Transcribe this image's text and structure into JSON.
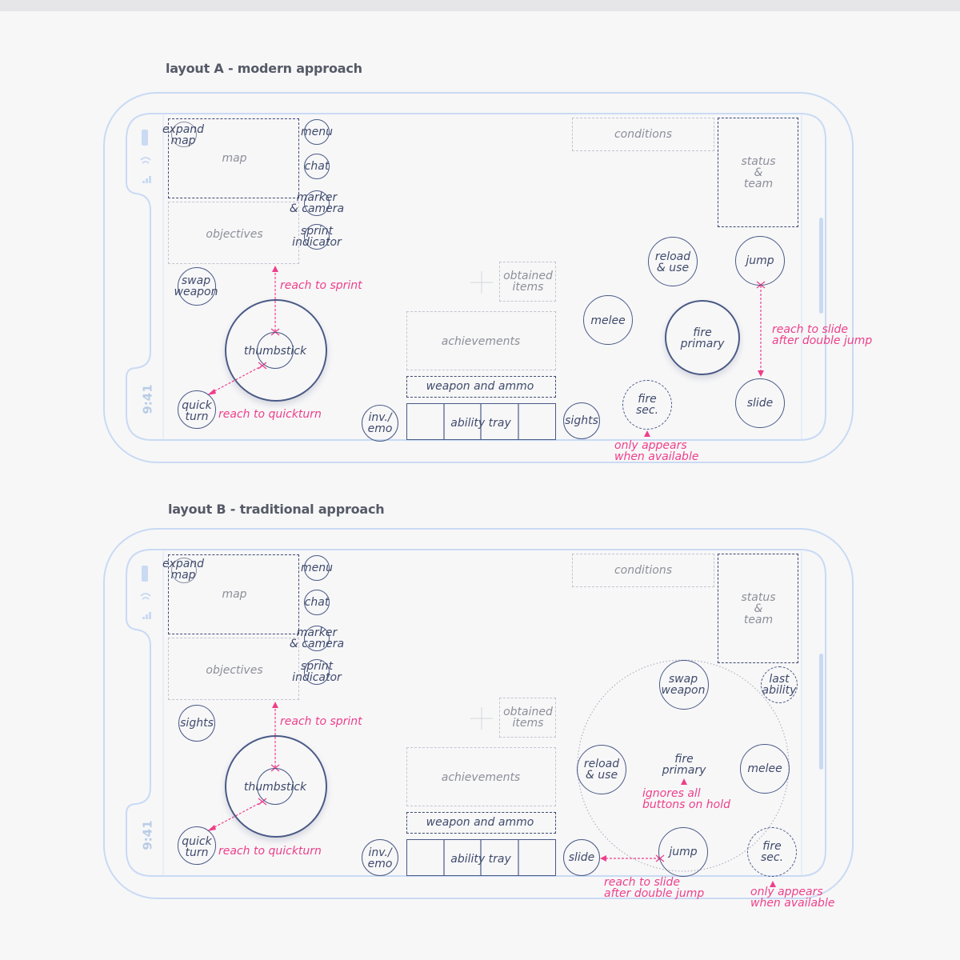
{
  "layouts": [
    {
      "title": "layout A - modern approach",
      "status_bar": {
        "time": "9:41"
      },
      "labels": {
        "expand_map": "expand\nmap",
        "map": "map",
        "menu": "menu",
        "chat": "chat",
        "marker_camera": "marker\n& camera",
        "sprint_indicator": "sprint\nindicator",
        "objectives": "objectives",
        "conditions": "conditions",
        "status_team": "status\n&\nteam",
        "obtained_items": "obtained\nitems",
        "achievements": "achievements",
        "weapon_and_ammo": "weapon and ammo",
        "ability_tray": "ability tray",
        "inv_emo": "inv./\nemo",
        "sights": "sights",
        "thumbstick": "thumbstick",
        "swap_weapon": "swap\nweapon",
        "quick_turn": "quick\nturn",
        "reload_use": "reload\n& use",
        "jump": "jump",
        "melee": "melee",
        "fire_primary": "fire\nprimary",
        "fire_sec": "fire\nsec.",
        "slide": "slide"
      },
      "annotations": {
        "reach_sprint": "reach to sprint",
        "reach_quickturn": "reach to quickturn",
        "reach_slide": "reach to slide\nafter double jump",
        "only_appears": "only appears\nwhen available"
      }
    },
    {
      "title": "layout B - traditional approach",
      "status_bar": {
        "time": "9:41"
      },
      "labels": {
        "expand_map": "expand\nmap",
        "map": "map",
        "menu": "menu",
        "chat": "chat",
        "marker_camera": "marker\n& camera",
        "sprint_indicator": "sprint\nindicator",
        "objectives": "objectives",
        "conditions": "conditions",
        "status_team": "status\n&\nteam",
        "obtained_items": "obtained\nitems",
        "achievements": "achievements",
        "weapon_and_ammo": "weapon and ammo",
        "ability_tray": "ability tray",
        "inv_emo": "inv./\nemo",
        "sights": "sights",
        "thumbstick": "thumbstick",
        "quick_turn": "quick\nturn",
        "swap_weapon": "swap\nweapon",
        "last_ability": "last\nability",
        "reload_use": "reload\n& use",
        "fire_primary": "fire\nprimary",
        "melee": "melee",
        "slide": "slide",
        "jump": "jump",
        "fire_sec": "fire\nsec."
      },
      "annotations": {
        "reach_sprint": "reach to sprint",
        "reach_quickturn": "reach to quickturn",
        "ignores_all": "ignores all\nbuttons on hold",
        "reach_slide": "reach to slide\nafter double jump",
        "only_appears": "only appears\nwhen available"
      }
    }
  ],
  "colors": {
    "frame": "#c9daf3",
    "control": "#4a5a86",
    "annotation": "#ee3f8a",
    "placeholder": "#8d8f99"
  }
}
